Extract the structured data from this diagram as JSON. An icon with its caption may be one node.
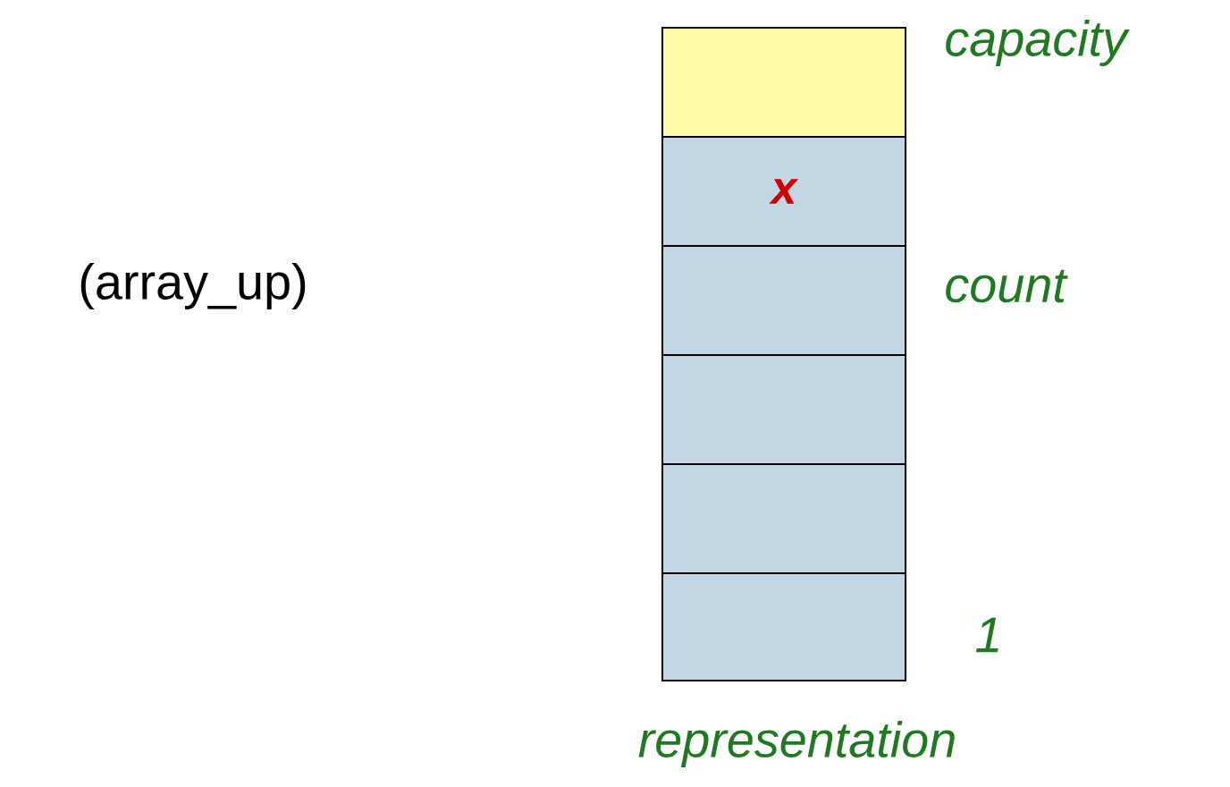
{
  "diagram": {
    "nodes": [
      {
        "text": [],
        "shape": "box",
        "beside": [
          "capacity"
        ]
      },
      {
        "text": [
          "x"
        ]
      },
      {
        "text": [],
        "shape": "box",
        "beside": [
          "count"
        ]
      },
      {
        "text": [],
        "shape": "box"
      },
      {
        "text": [],
        "shape": "box"
      },
      {
        "text": [],
        "shape": "box",
        "beside": [
          "1"
        ]
      }
    ],
    "labels": [
      "(array_up)",
      "representation"
    ]
  }
}
